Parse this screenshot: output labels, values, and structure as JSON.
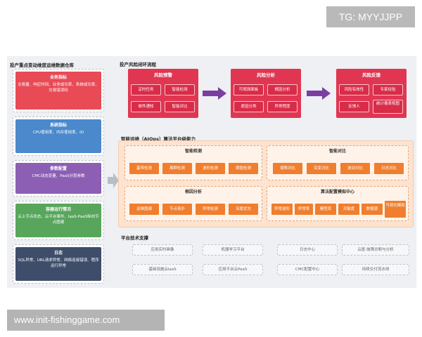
{
  "watermark_tg": "TG: MYYJJPP",
  "watermark_url": "www.init-fishinggame.com",
  "left": {
    "title": "投产重点变动维度运维数据仓库",
    "cards": [
      {
        "title": "业务指标",
        "body": "交易量、响应时间、业务成功率、系统成功率、交易错误码",
        "color": "#e84a56"
      },
      {
        "title": "系统指标",
        "body": "CPU使用率、内存使用率、IO",
        "color": "#4b88cc"
      },
      {
        "title": "参数配置",
        "body": "CMC动态变量、PaaS分层参数",
        "color": "#8c5fb5"
      },
      {
        "title": "容器运行情况",
        "body": "云上节点状态、云平台事件、IaaS-PaaS纵向节点图谱",
        "color": "#58a65c"
      },
      {
        "title": "日志",
        "body": "SQL异常、URL请求异常、网络连接错误、程序运行异常",
        "color": "#3e4d6a"
      }
    ]
  },
  "risk_flow": {
    "title": "投产风险闭环流程",
    "boxes": [
      {
        "title": "风险预警",
        "items": [
          "定时任务",
          "智能检测",
          "邮件通知",
          "智能对比"
        ]
      },
      {
        "title": "风险分析",
        "items": [
          "可观测面板",
          "根因分析",
          "原因分类",
          "异常程度"
        ]
      },
      {
        "title": "风险反馈",
        "items": [
          "风险有效性",
          "专家经验",
          "反馈人",
          "统计报表视图"
        ]
      }
    ]
  },
  "aiops": {
    "title": "智能运维（AIOps）算法平台级能力",
    "detect": {
      "title": "智能检测",
      "items": [
        "基带检测",
        "离群检测",
        "波形检测",
        "阈值检测"
      ]
    },
    "compare": {
      "title": "智能对比",
      "items": [
        "增降对比",
        "突变对比",
        "波动对比",
        "日志对比"
      ]
    },
    "root": {
      "title": "根因分析",
      "items": [
        "运维图谱",
        "节点拓扑",
        "异常检测",
        "深度优先"
      ]
    },
    "algo": {
      "title": "算法配置模拟中心",
      "items": [
        "异常波形",
        "异常率",
        "模型库",
        "灵敏度",
        "数据源",
        "可视化模拟"
      ]
    }
  },
  "platform": {
    "title": "平台技术支撑",
    "row1": [
      "应用实时画像",
      "机器学习平台",
      "日志中心",
      "云医-故障诊断与分析"
    ],
    "row2": [
      "基础设施云IaaS",
      "应用平台云PaaS",
      "CMC配置中心",
      "持续交付流水线"
    ]
  }
}
